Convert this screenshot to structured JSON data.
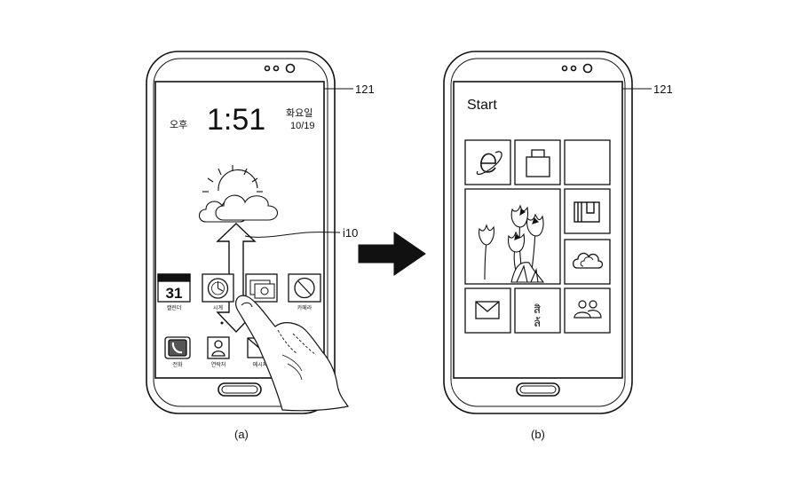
{
  "reference_label": "121",
  "gesture_label": "i10",
  "figure_a": {
    "caption": "(a)",
    "ampm": "오후",
    "time": "1:51",
    "weekday": "화요일",
    "date": "10/19",
    "calendar_day": "31",
    "app_row1": [
      "캘린더",
      "시계",
      "",
      "카메라"
    ],
    "app_row2": [
      "전화",
      "연락처",
      "메시지",
      ""
    ]
  },
  "figure_b": {
    "caption": "(b)",
    "start_title": "Start",
    "tiles": [
      "browser",
      "store",
      "blank",
      "photos",
      "files",
      "weather",
      "mail",
      "translate",
      "people"
    ]
  },
  "icons": [
    "e-browser-icon",
    "shopping-bag-icon",
    "tulip-photo",
    "folder-icon",
    "cloud-icon",
    "envelope-icon",
    "translate-icon",
    "people-icon"
  ]
}
